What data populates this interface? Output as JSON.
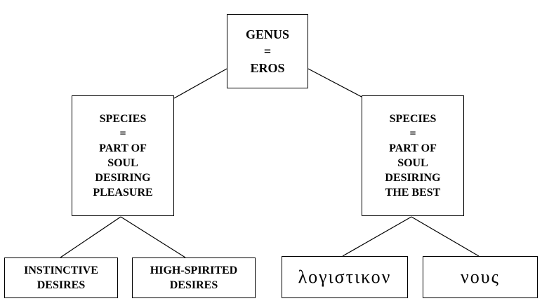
{
  "diagram": {
    "root": {
      "lines": [
        "GENUS",
        "=",
        "EROS"
      ]
    },
    "species_pleasure": {
      "lines": [
        "SPECIES",
        "=",
        "PART OF",
        "SOUL",
        "DESIRING",
        "PLEASURE"
      ]
    },
    "species_best": {
      "lines": [
        "SPECIES",
        "=",
        "PART OF",
        "SOUL",
        "DESIRING",
        "THE BEST"
      ]
    },
    "instinctive": {
      "lines": [
        "INSTINCTIVE",
        "DESIRES"
      ]
    },
    "high_spirited": {
      "lines": [
        "HIGH-SPIRITED",
        "DESIRES"
      ]
    },
    "logistikon": {
      "lines": [
        "λογιστικον"
      ]
    },
    "nous": {
      "lines": [
        "νους"
      ]
    },
    "colors": {
      "line": "#000000",
      "border": "#000000",
      "background": "#ffffff",
      "text": "#000000"
    }
  }
}
